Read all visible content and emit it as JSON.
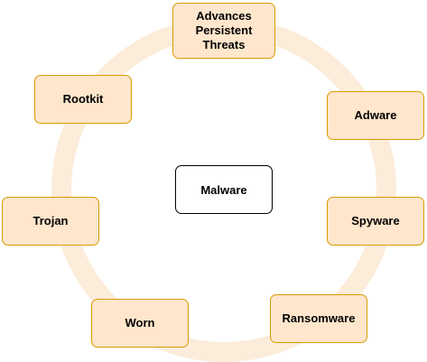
{
  "diagram": {
    "center_label": "Malware",
    "nodes": {
      "apt": "Advances\nPersistent\nThreats",
      "adware": "Adware",
      "spyware": "Spyware",
      "ransomware": "Ransomware",
      "worn": "Worn",
      "trojan": "Trojan",
      "rootkit": "Rootkit"
    },
    "colors": {
      "node_fill": "#ffe6cc",
      "node_border": "#d79b00",
      "ring": "#fbe9d3",
      "center_border": "#000000"
    }
  }
}
